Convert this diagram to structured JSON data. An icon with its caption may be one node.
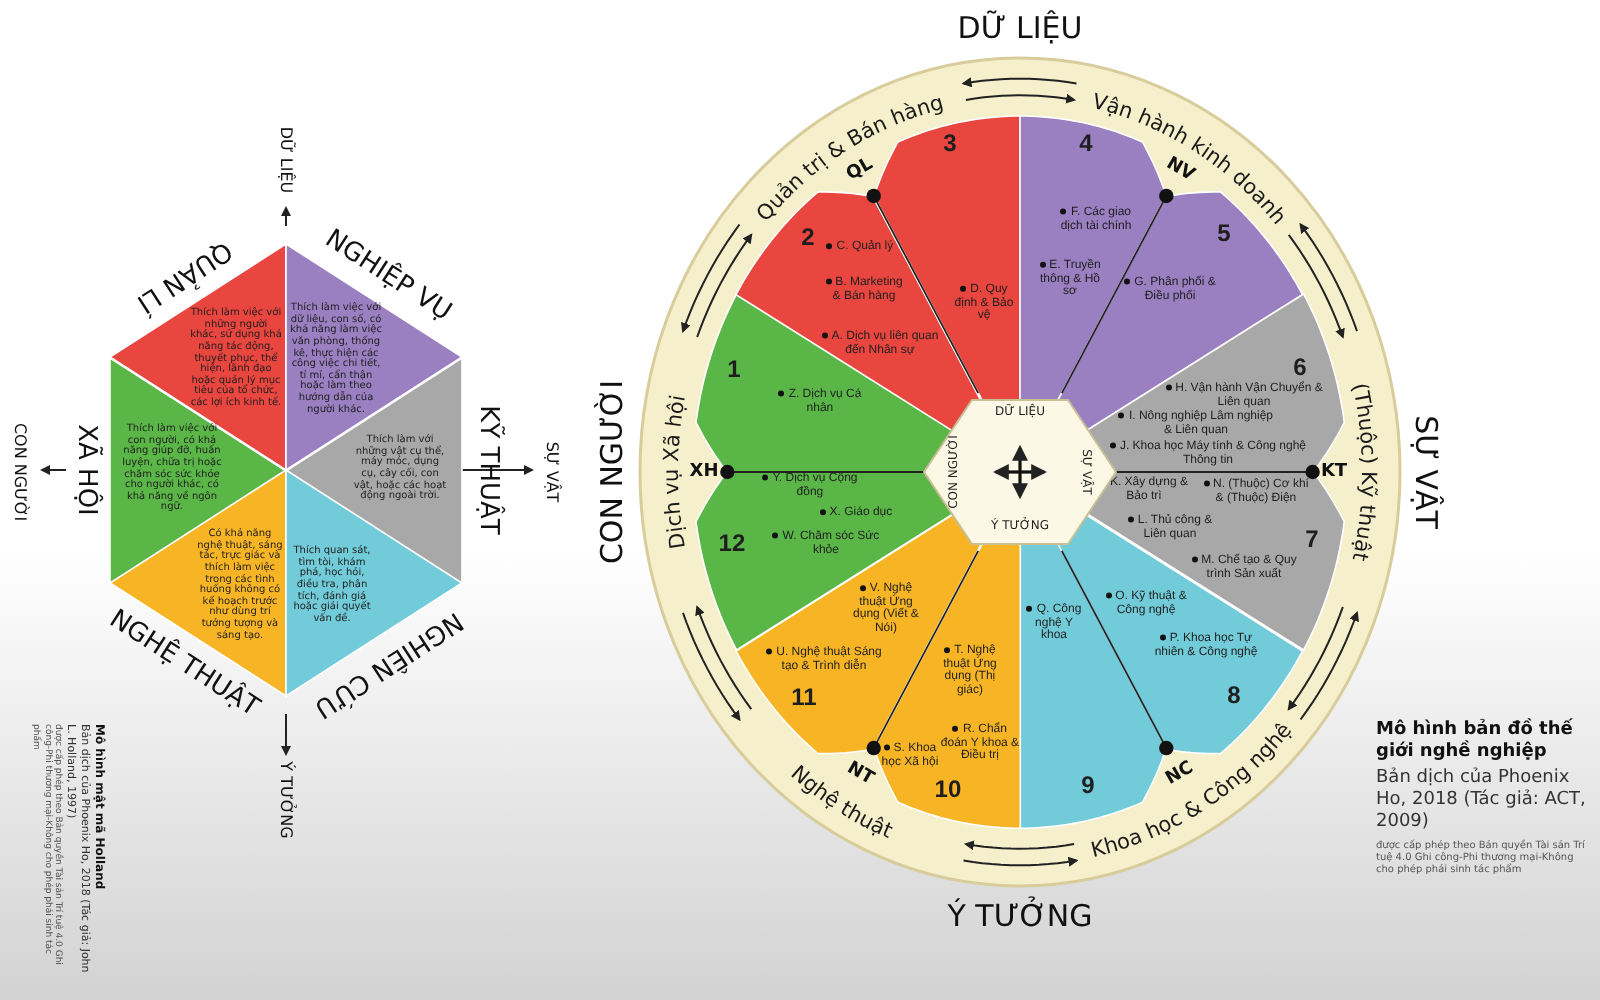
{
  "diagram": {
    "nodes": [
      {
        "text": [
          "Thích làm việc với những người khác, sử dụng khả năng tác động, thuyết phục, thể hiện, lãnh đạo hoặc quản lý mục tiêu của tổ chức, các lợi ích kinh tế."
        ],
        "beside": [
          "QUẢN LÍ"
        ]
      },
      {
        "text": [
          "Thích làm việc với dữ liệu, con số, có khả năng làm việc văn phòng, thống kê, thực hiện các công việc chi tiết, tỉ mỉ, cẩn thận hoặc làm theo hướng dẫn của người khác."
        ],
        "beside": [
          "NGHIỆP VỤ"
        ]
      },
      {
        "text": [
          "Thích làm việc với con người, có khả năng giúp đỡ, huấn luyện, chữa trị hoặc chăm sóc sức khỏe cho người khác, có khả năng về ngôn ngữ."
        ],
        "beside": [
          "XÃ HỘI"
        ]
      },
      {
        "text": [
          "Thích làm với những vật cụ thể, máy móc, dụng cụ, cây cối, con vật, hoặc các hoạt động ngoài trời."
        ],
        "beside": [
          "KỸ THUẬT"
        ]
      },
      {
        "text": [
          "Có khả năng nghệ thuật, sáng tác, trực giác và thích làm việc trong các tình huống không có kế hoạch trước như dùng trí tưởng tượng và sáng tạo."
        ],
        "beside": [
          "NGHỆ THUẬT"
        ]
      },
      {
        "text": [
          "Thích quan sát, tìm tòi, khám phá, học hỏi, điều tra, phân tích, đánh giá hoặc giải quyết vấn đề."
        ],
        "beside": [
          "NGHIÊN CỨU"
        ]
      },
      {
        "text": [
          "DỮ LIỆU",
          "SỰ VẬT",
          "Ý TƯỞNG",
          "CON NGƯỜI"
        ]
      },
      {
        "text": [
          "1",
          "Z. Dịch vụ Cá nhân"
        ]
      },
      {
        "text": [
          "2",
          "C. Quản lý",
          "B. Marketing & Bán hàng",
          "A. Dịch vụ liên quan đến Nhân sự"
        ]
      },
      {
        "text": [
          "3",
          "D. Quy định & Bảo vệ"
        ]
      },
      {
        "text": [
          "4",
          "F. Các giao dịch tài chính",
          "E. Truyền thông & Hồ sơ"
        ]
      },
      {
        "text": [
          "5",
          "G. Phân phối & Điều phối"
        ]
      },
      {
        "text": [
          "6",
          "H. Vận hành Vận Chuyển & Liên quan",
          "I. Nông nghiệp Lâm nghiệp & Liên quan",
          "J. Khoa học Máy tính & Công nghệ Thông tin"
        ]
      },
      {
        "text": [
          "K. Xây dựng & Bảo trì",
          "N. (Thuộc) Cơ khí & (Thuộc) Điện",
          "L. Thủ công & Liên quan",
          "7",
          "M. Chế tạo & Quy trình Sản xuất"
        ]
      },
      {
        "text": [
          "O. Kỹ thuật & Công nghệ",
          "P. Khoa học Tự nhiên & Công nghệ",
          "8"
        ]
      },
      {
        "text": [
          "Q. Công nghệ Y khoa",
          "9"
        ]
      },
      {
        "text": [
          "T. Nghệ thuật Ứng dụng (Thị giác)",
          "S. Khoa học Xã hội",
          "R. Chẩn đoán Y khoa & Điều trị",
          "10"
        ]
      },
      {
        "text": [
          "V. Nghệ thuật Ứng dụng (Viết & Nói)",
          "U. Nghệ thuật Sáng tạo & Trình diễn",
          "11"
        ]
      },
      {
        "text": [
          "Y. Dịch vụ Cộng đồng",
          "X. Giáo dục",
          "12",
          "W. Chăm sóc Sức khỏe"
        ]
      }
    ],
    "labels": [
      "DỮ LIỆU",
      "DỮ LIỆU",
      "Quản trị & Bán hàng",
      "Vận hành kinh doanh",
      "QL",
      "NV",
      "CON NGƯỜI",
      "SỰ VẬT",
      "CON NGƯỜI",
      "Dịch vụ Xã hội",
      "XH",
      "KT",
      "(Thuộc) Kỹ thuật",
      "SỰ VẬT",
      "Ý TƯỞNG",
      "Mô hình bản đồ thế giới nghề nghiệp",
      "Bản dịch của Phoenix Ho, 2018 (Tác giả: ACT, 2009)",
      "được cấp phép theo Bản quyền Tài sản Trí tuệ 4.0 Ghi công-Phi thương mại-Không cho phép phái sinh tác phẩm",
      "NT",
      "NC",
      "Nghệ thuật",
      "Khoa học & Công nghệ",
      "Mô hình mật mã Holland",
      "Bản dịch của Phoenix Ho, 2018 (Tác giả: John L. Holland, 1997)",
      "được cấp phép theo Bản quyền Tài sản Trí tuệ 4.0 Ghi công-Phi thương mại-Không cho phép phái sinh tác phẩm",
      "Ý TƯỞNG"
    ]
  }
}
